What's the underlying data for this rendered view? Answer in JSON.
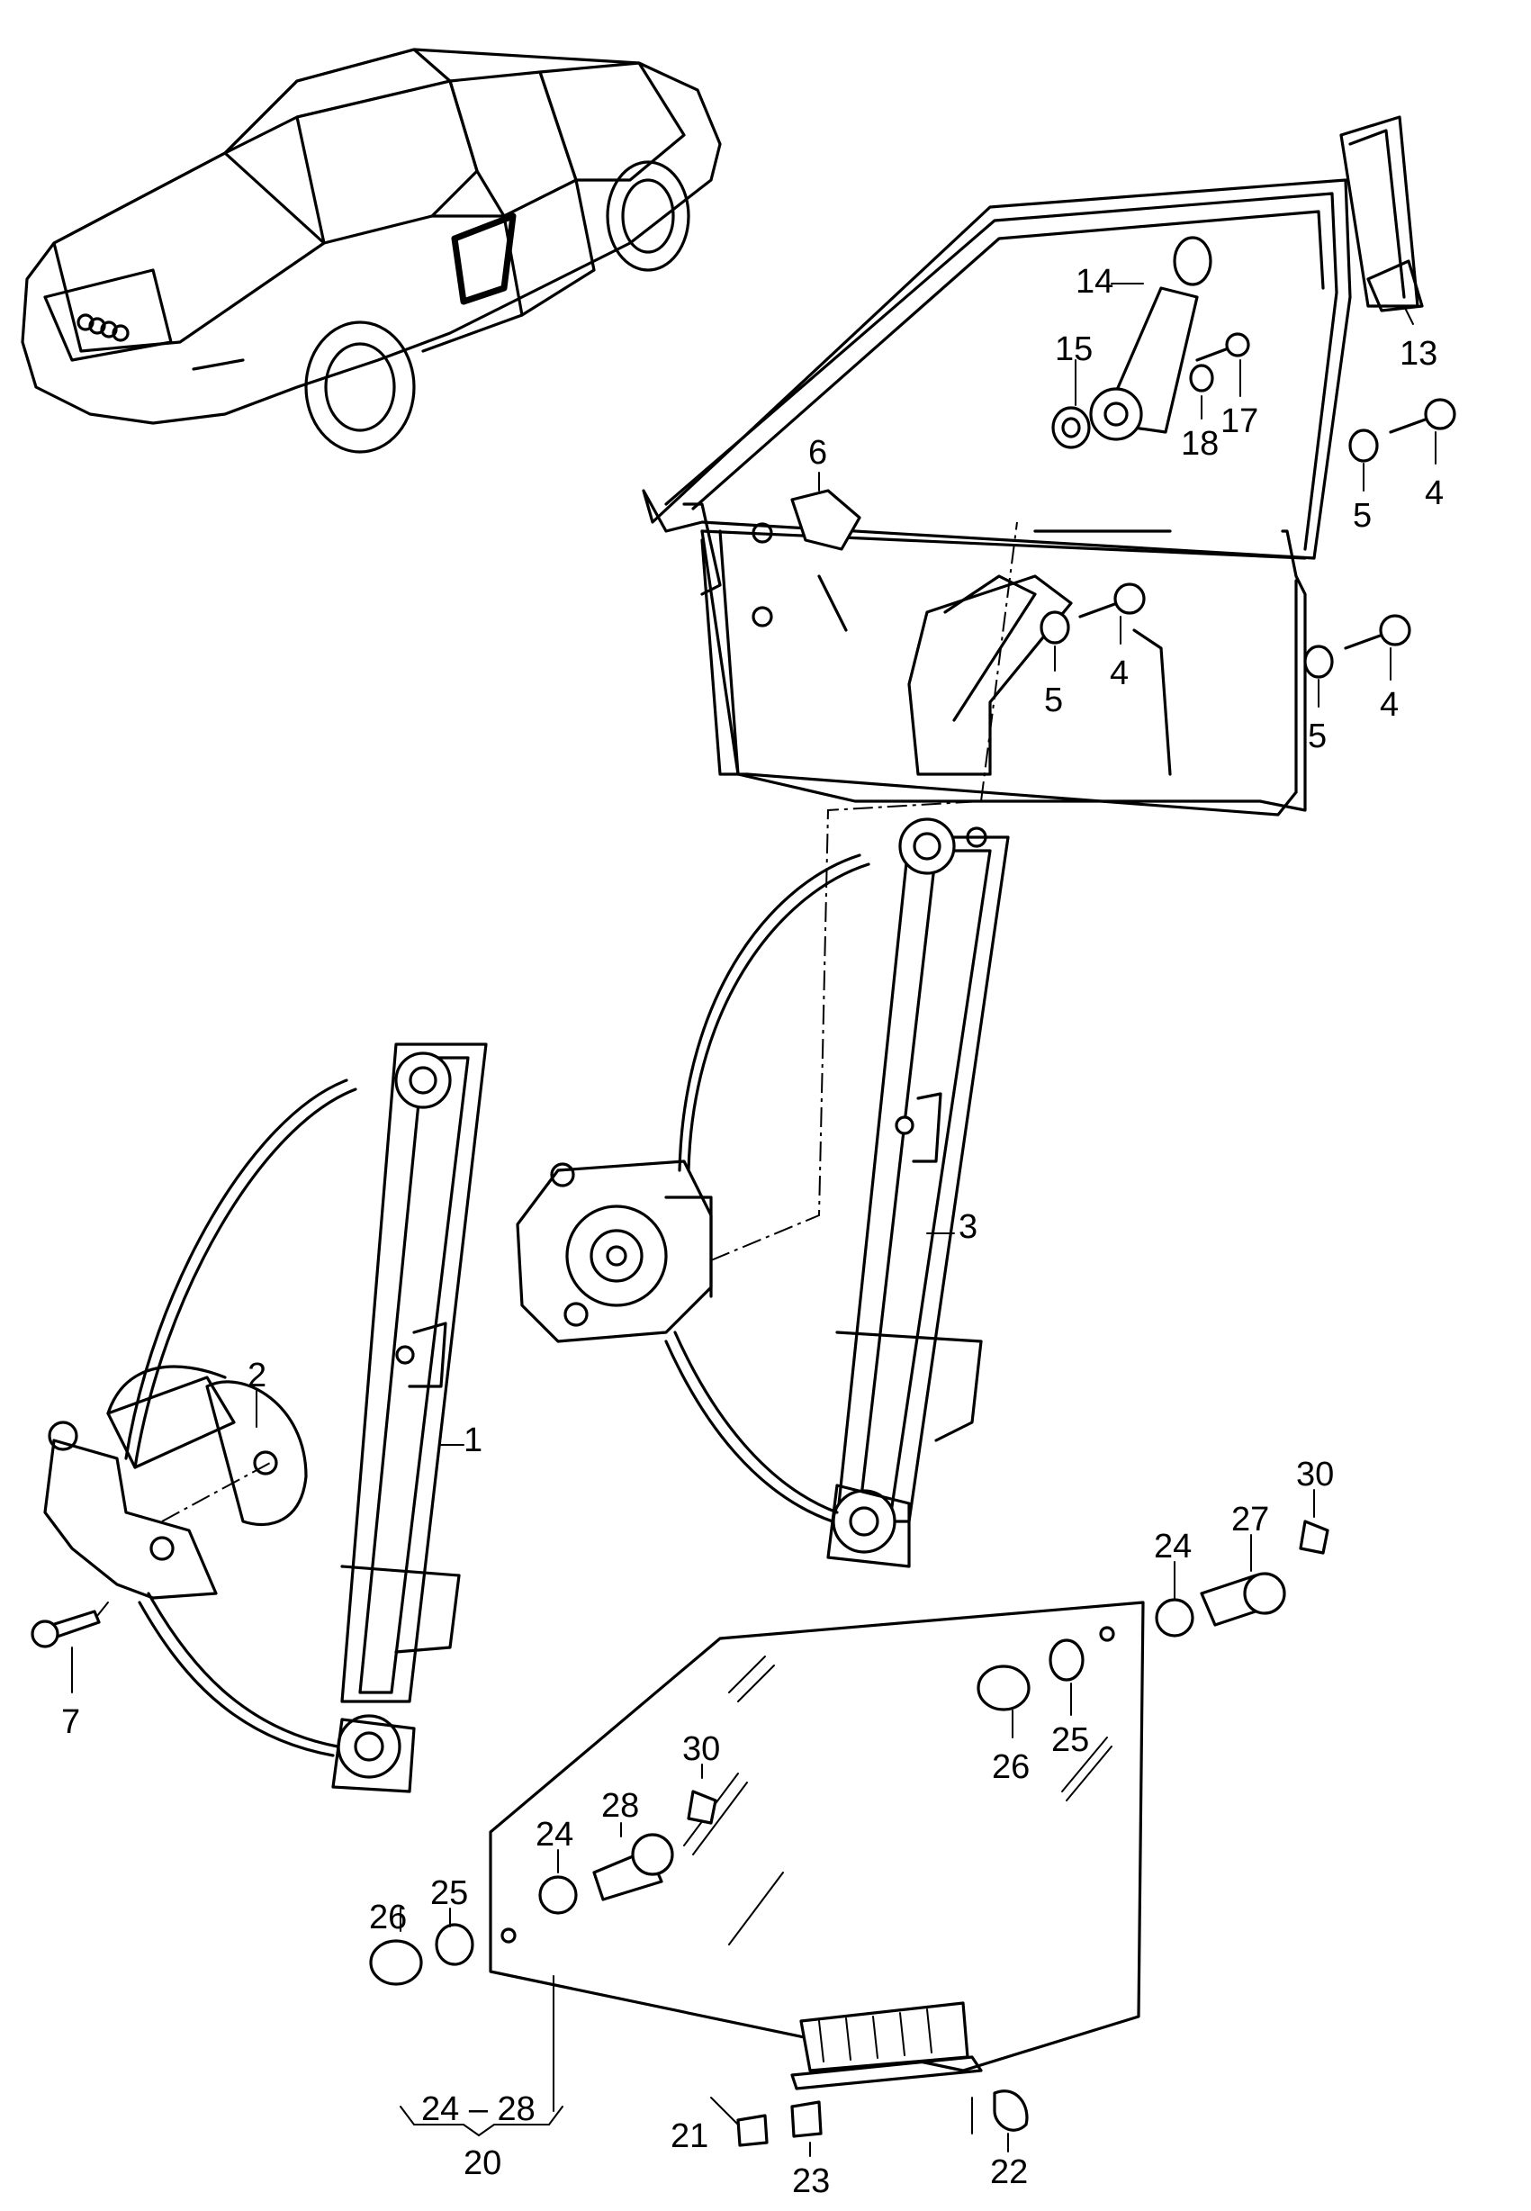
{
  "callouts": {
    "c1": "1",
    "c2": "2",
    "c3": "3",
    "c4a": "4",
    "c4b": "4",
    "c4c": "4",
    "c5a": "5",
    "c5b": "5",
    "c5c": "5",
    "c6": "6",
    "c7": "7",
    "c13": "13",
    "c14": "14",
    "c15": "15",
    "c17": "17",
    "c18": "18",
    "c20": "20",
    "c21": "21",
    "c22": "22",
    "c23": "23",
    "c24a": "24",
    "c24b": "24",
    "c25a": "25",
    "c25b": "25",
    "c26a": "26",
    "c26b": "26",
    "c27": "27",
    "c28": "28",
    "c30a": "30",
    "c30b": "30",
    "range": "24 – 28"
  }
}
